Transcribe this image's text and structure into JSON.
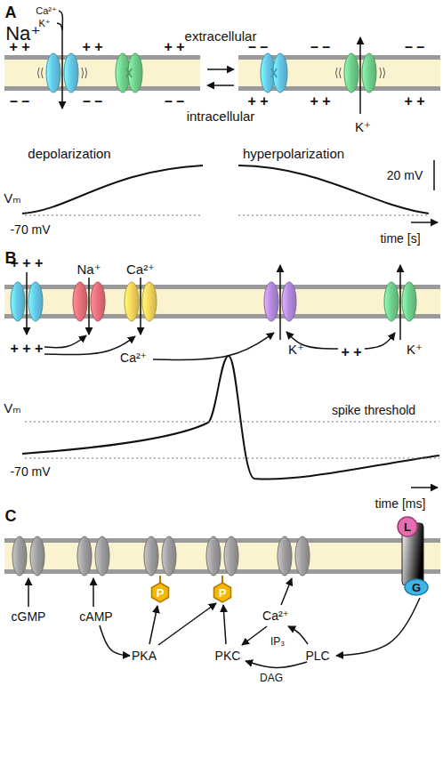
{
  "diagram": {
    "nodes": [
      {
        "text": [
          "P"
        ]
      },
      {
        "text": [
          "P"
        ]
      },
      {
        "text": [
          "L"
        ]
      },
      {
        "text": [
          "G"
        ]
      }
    ],
    "labels": [
      "A",
      "Ca²⁺",
      "K⁺",
      "Na⁺",
      "extracellular",
      "intracellular",
      "+ +",
      "+ +",
      "+ +",
      "– –",
      "– –",
      "– –",
      "– –",
      "– –",
      "– –",
      "+ +",
      "+ +",
      "+ +",
      "K⁺",
      "depolarization",
      "hyperpolarization",
      "Vₘ",
      "-70 mV",
      "20 mV",
      "time [s]",
      "B",
      "+ + +",
      "Na⁺",
      "Ca²⁺",
      "+ + +",
      "Ca²⁺",
      "K⁺",
      "+ +",
      "K⁺",
      "Vₘ",
      "spike threshold",
      "-70 mV",
      "time [ms]",
      "C",
      "cGMP",
      "cAMP",
      "PKA",
      "PKC",
      "Ca²⁺",
      "IP₃",
      "DAG",
      "PLC"
    ]
  }
}
